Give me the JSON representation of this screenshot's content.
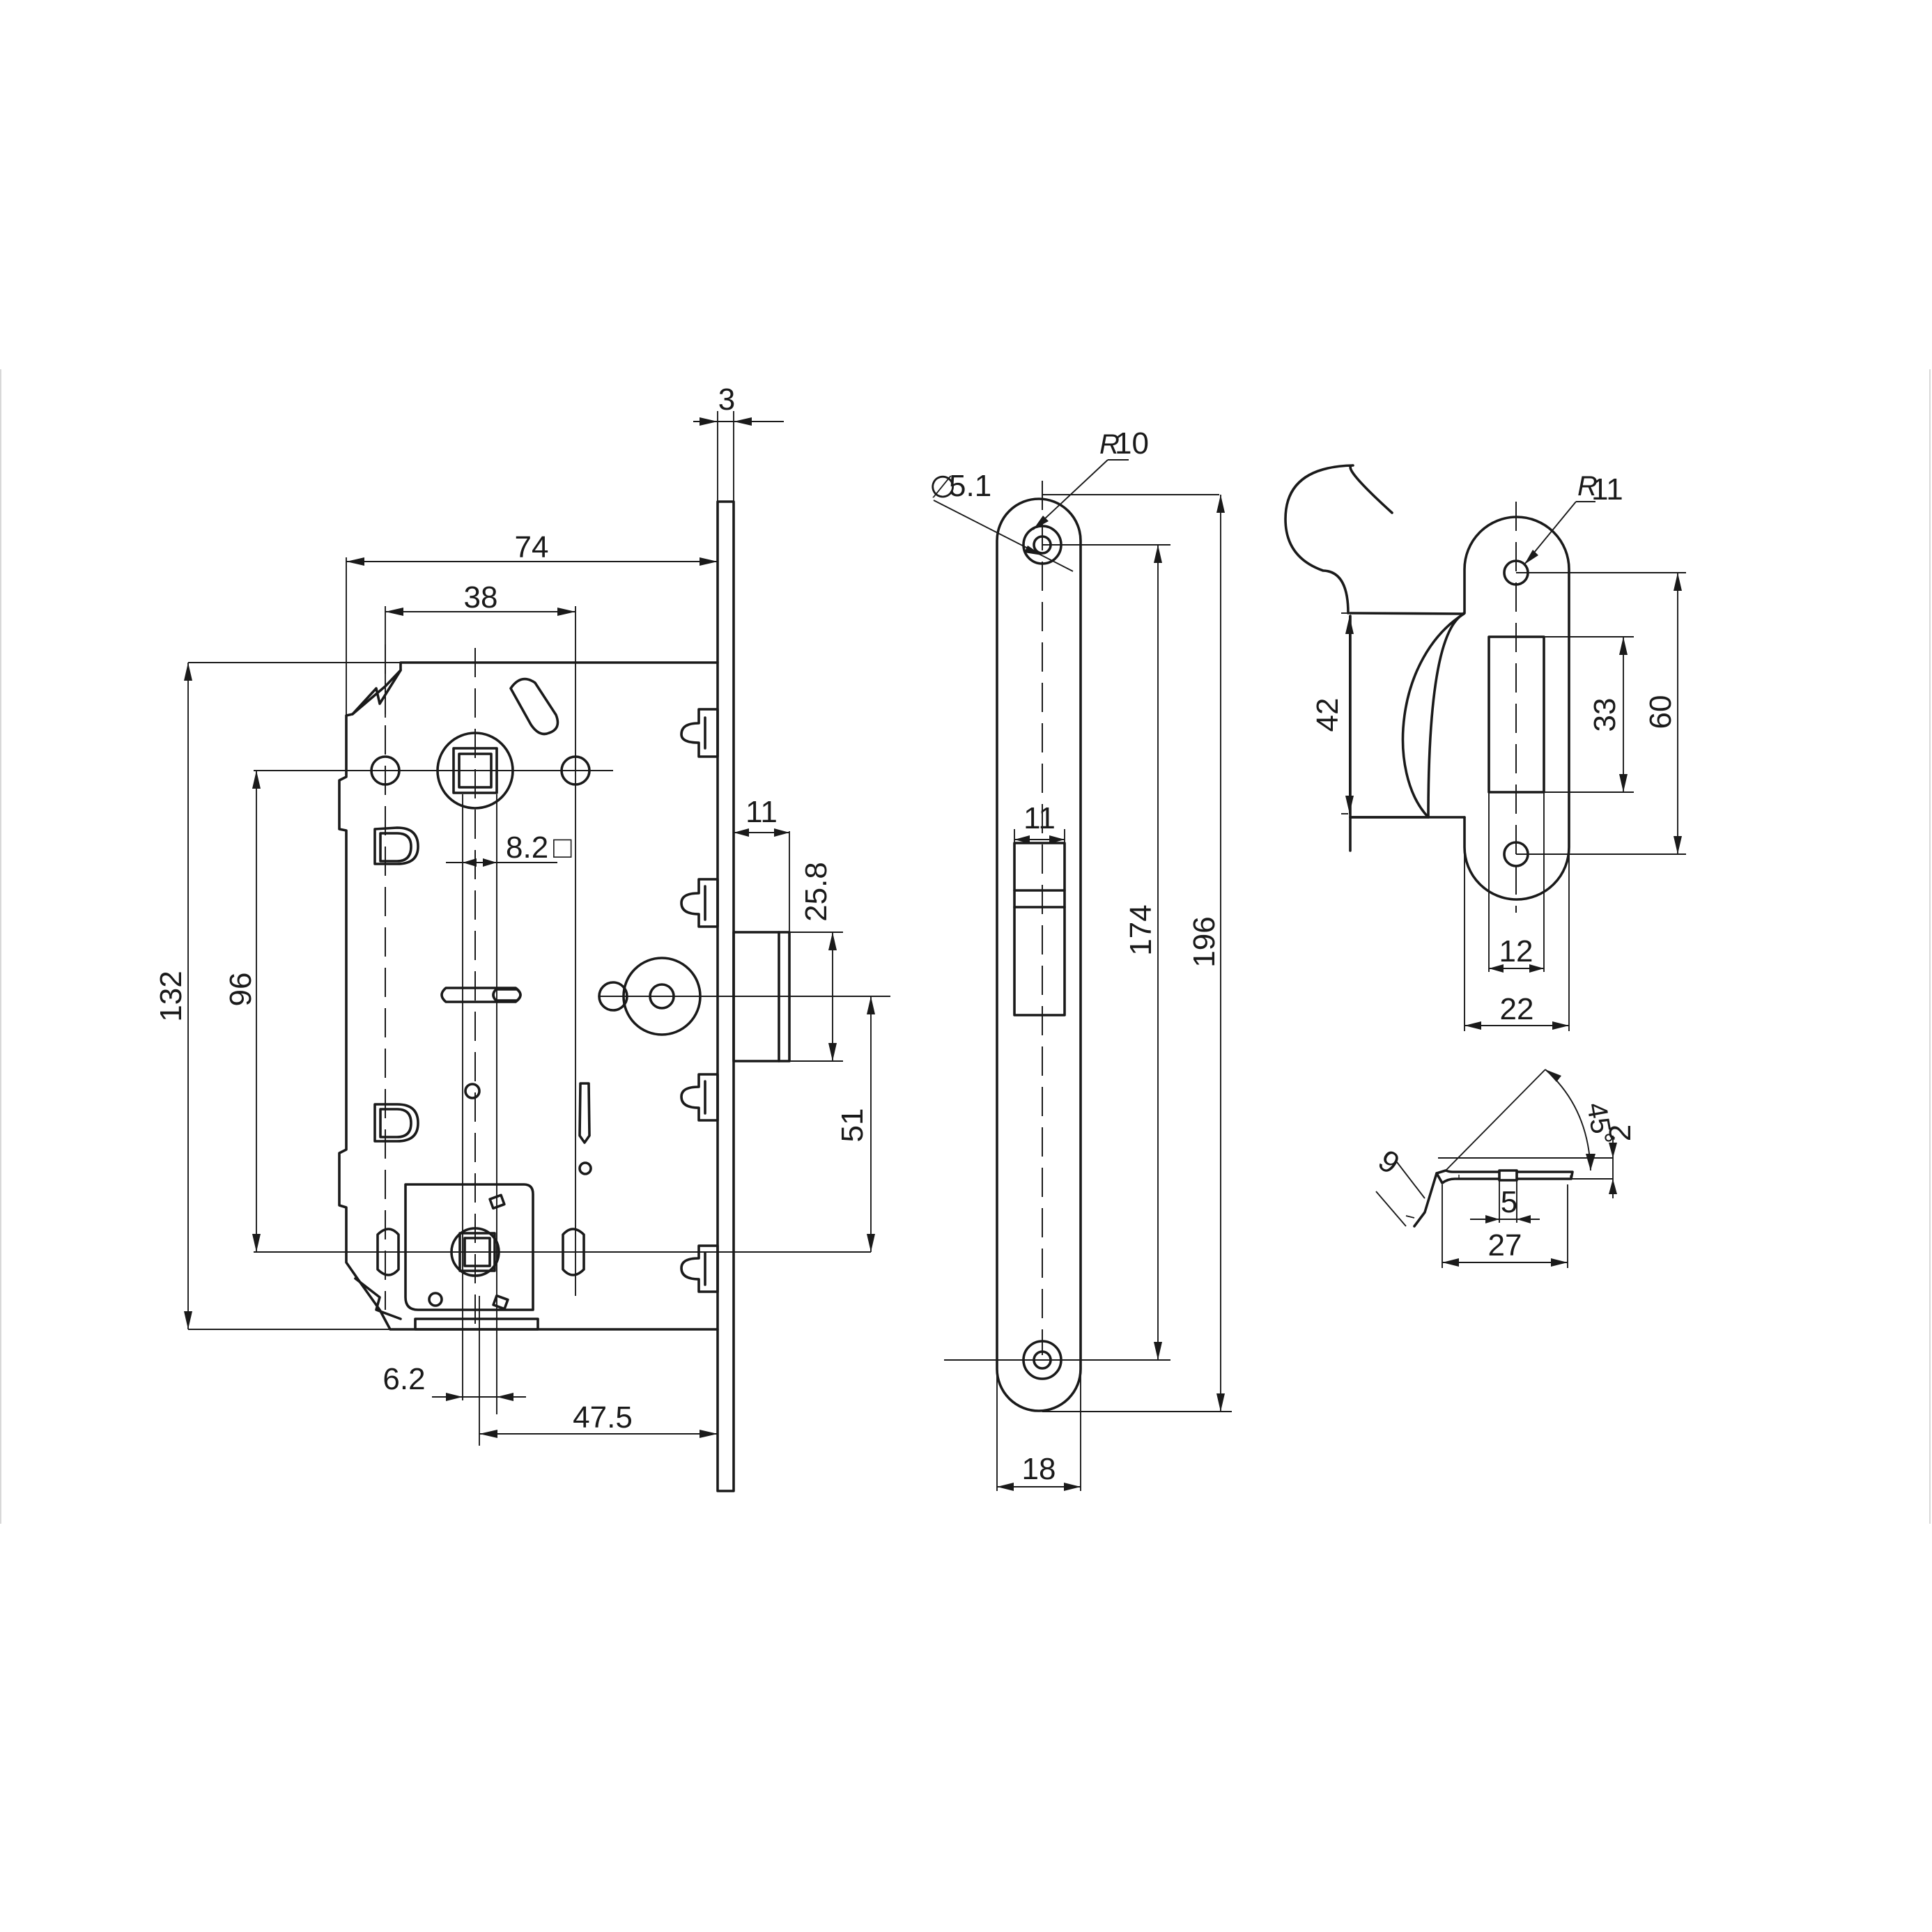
{
  "dimensions": {
    "lock_body": {
      "faceplate_thickness": "3",
      "backset_width": "74",
      "spindle_to_rear": "38",
      "spindle_square": "8.2",
      "square_symbol": "□",
      "latch_width": "11",
      "latch_height": "25.8",
      "height": "132",
      "spindle_to_turn_distance": "96",
      "latch_to_turn_distance": "51",
      "turn_square": "6.2",
      "turn_backset": "47.5"
    },
    "faceplate": {
      "hole_diameter_symbol": "∅",
      "hole_diameter": "5.1",
      "radius_symbol": "R",
      "corner_radius": "10",
      "latch_opening_width": "11",
      "hole_spacing": "174",
      "length": "196",
      "width": "18"
    },
    "strike_plate": {
      "radius_symbol": "R",
      "corner_radius": "11",
      "lip_height": "42",
      "opening_height": "33",
      "hole_spacing": "60",
      "opening_width": "12",
      "width": "22"
    },
    "strike_profile": {
      "lip_length": "9",
      "angle": "45°",
      "thickness": "2",
      "slot": "5",
      "depth": "27"
    }
  }
}
